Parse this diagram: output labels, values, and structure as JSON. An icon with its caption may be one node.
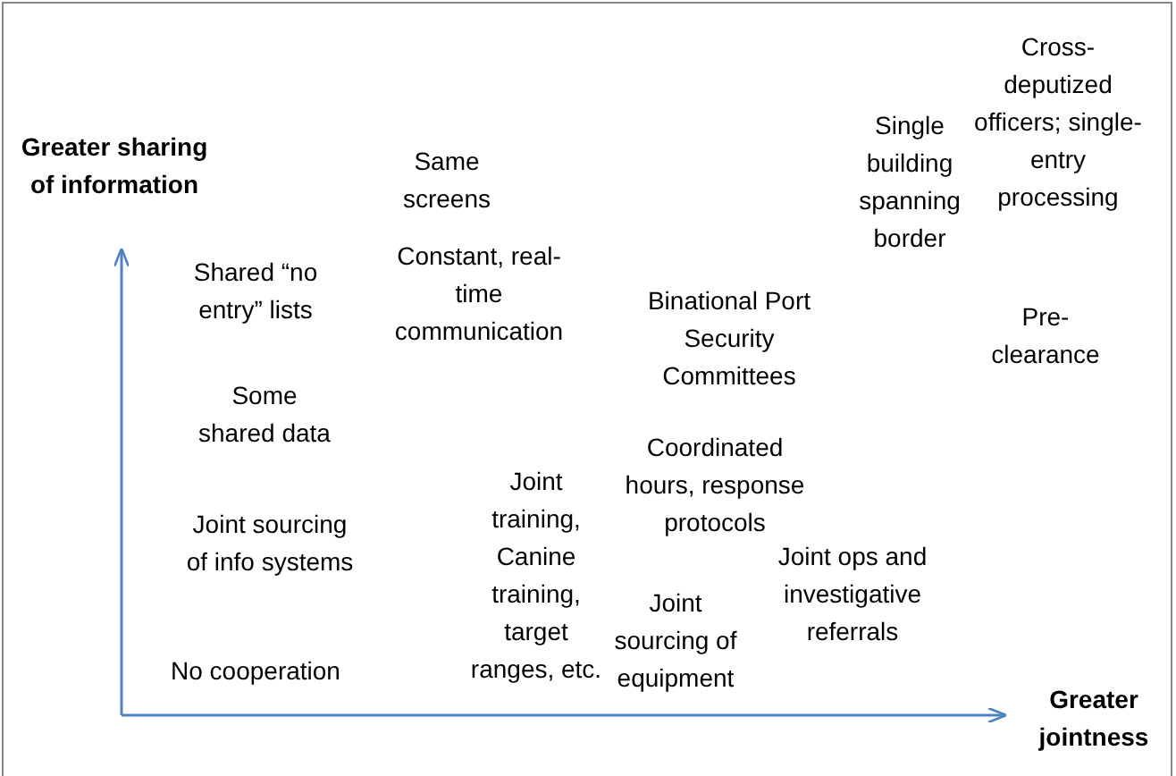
{
  "diagram": {
    "labels": [
      "Greater sharing of information",
      "Same screens",
      "Single building spanning border",
      "Cross-deputized officers; single-entry processing",
      "Shared “no entry” lists",
      "Constant, real-time communication",
      "Binational Port Security Committees",
      "Pre-clearance",
      "Some shared data",
      "Coordinated hours, response protocols",
      "Joint sourcing of info systems",
      "Joint training, Canine training, target ranges, etc.",
      "Joint ops and investigative referrals",
      "Joint sourcing of equipment",
      "No cooperation",
      "Greater jointness"
    ]
  }
}
